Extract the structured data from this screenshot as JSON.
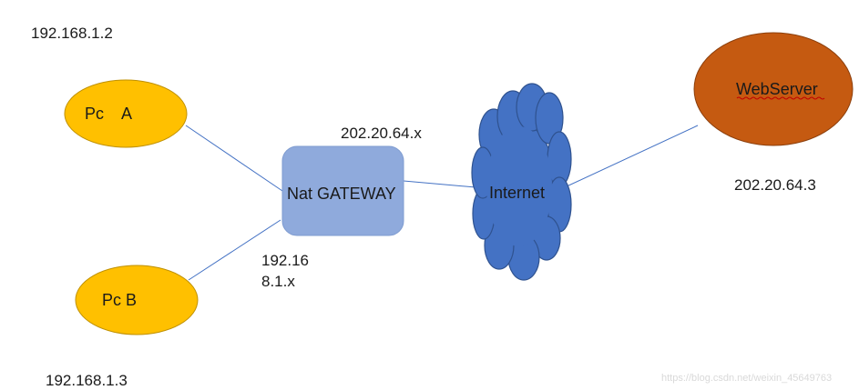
{
  "nodes": {
    "pc_a": {
      "label": "Pc    A",
      "ip": "192.168.1.2",
      "color": "#ffc000"
    },
    "pc_b": {
      "label": "Pc B",
      "ip": "192.168.1.3",
      "color": "#ffc000"
    },
    "gateway": {
      "label": "Nat GATEWAY",
      "outer_ip": "202.20.64.x",
      "inner_ip_line1": "192.16",
      "inner_ip_line2": "8.1.x",
      "color": "#8faadc"
    },
    "internet": {
      "label": "Internet",
      "color": "#4472c4"
    },
    "webserver": {
      "label": "WebServer",
      "ip": "202.20.64.3",
      "color": "#c55a11"
    }
  },
  "edge_color": "#4472c4",
  "watermark": "https://blog.csdn.net/weixin_45649763"
}
